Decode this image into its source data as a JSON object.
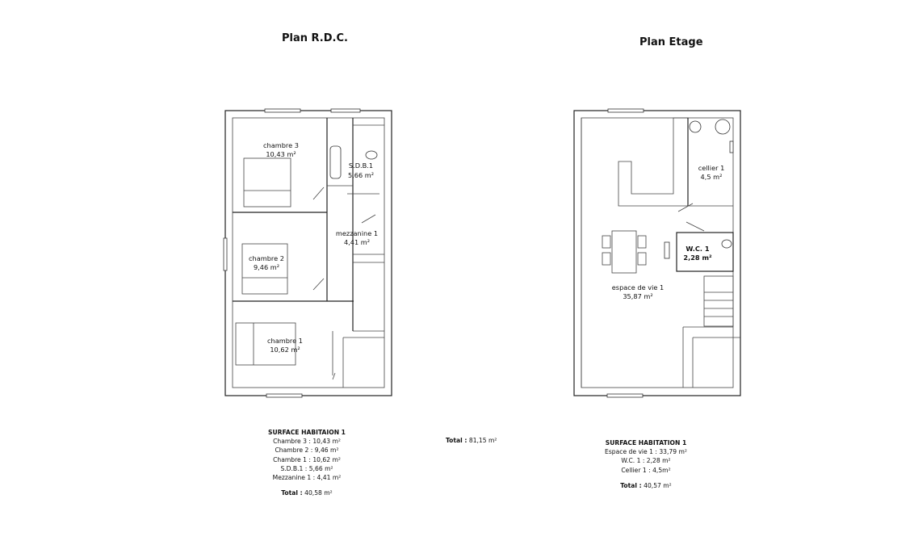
{
  "titles": {
    "ground": "Plan R.D.C.",
    "upper": "Plan Etage"
  },
  "ground_rooms": {
    "chambre3": {
      "name": "chambre 3",
      "area": "10,43 m²"
    },
    "sdb1": {
      "name": "S.D.B.1",
      "area": "5,66 m²"
    },
    "mezzanine1": {
      "name": "mezzanine 1",
      "area": "4,41 m²"
    },
    "chambre2": {
      "name": "chambre 2",
      "area": "9,46 m²"
    },
    "chambre1": {
      "name": "chambre 1",
      "area": "10,62 m²"
    }
  },
  "upper_rooms": {
    "cellier1": {
      "name": "cellier 1",
      "area": "4,5 m²"
    },
    "wc1": {
      "name": "W.C. 1",
      "area": "2,28 m²"
    },
    "espace1": {
      "name": "espace de vie 1",
      "area": "35,87 m²"
    }
  },
  "summary_ground": {
    "heading": "SURFACE HABITAION 1",
    "lines": [
      "Chambre 3 : 10,43 m²",
      "Chambre 2 : 9,46 m²",
      "Chambre 1 : 10,62 m²",
      "S.D.B.1 : 5,66 m²",
      "Mezzanine 1 : 4,41 m²"
    ],
    "total_label": "Total :",
    "total_value": "40,58 m²"
  },
  "grand_total": {
    "label": "Total :",
    "value": "81,15 m²"
  },
  "summary_upper": {
    "heading": "SURFACE HABITATION 1",
    "lines": [
      "Espace de vie 1 : 33,79 m²",
      "W.C. 1 : 2,28 m²",
      "Cellier 1 : 4,5m²"
    ],
    "total_label": "Total :",
    "total_value": "40,57 m²"
  }
}
